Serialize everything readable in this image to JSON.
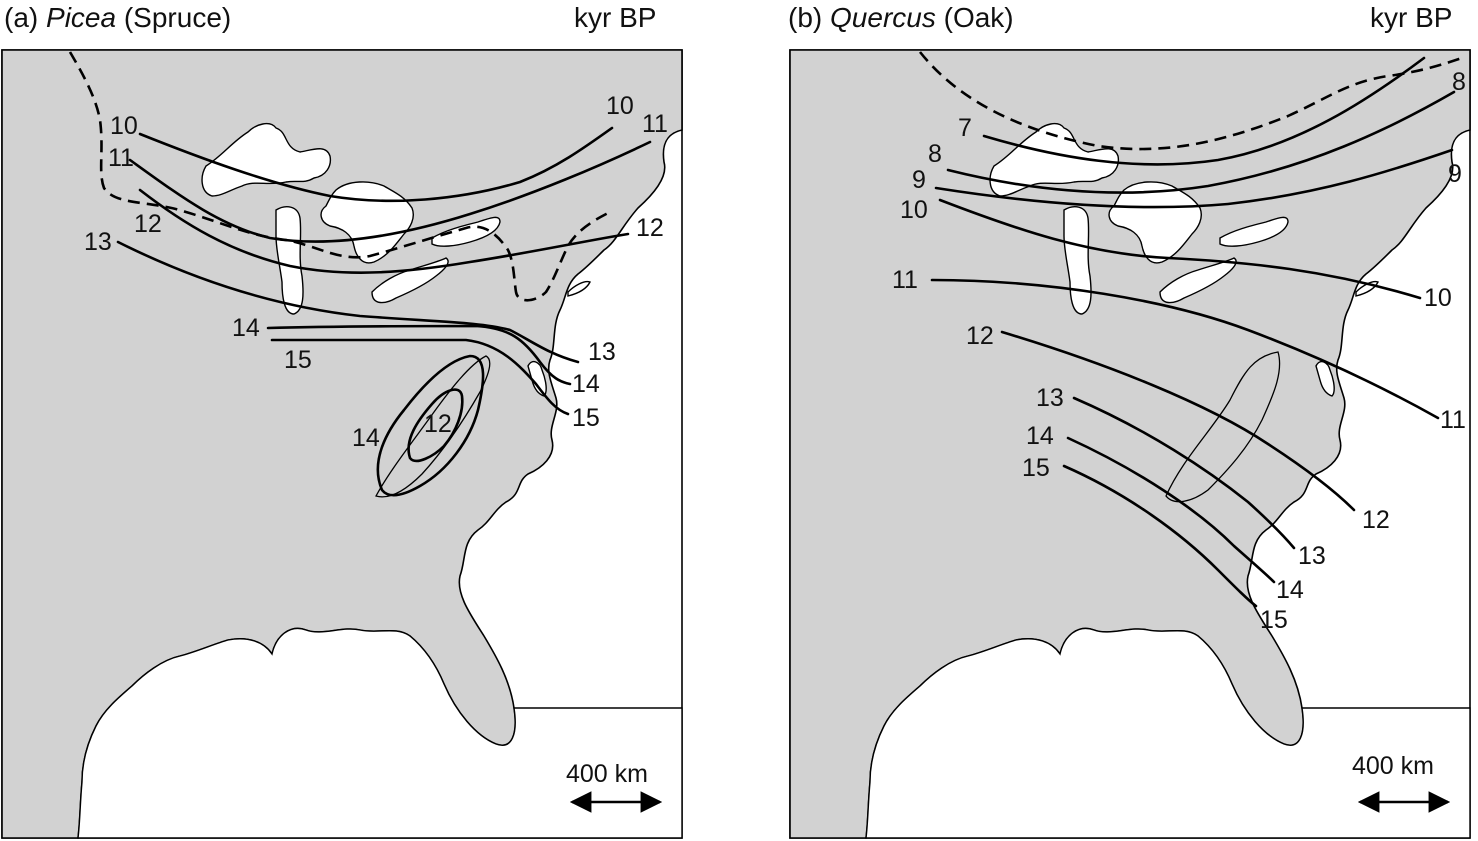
{
  "panels": [
    {
      "id": "a",
      "label_prefix": "(a)",
      "genus": "Picea",
      "common_name": "(Spruce)",
      "units": "kyr BP",
      "scale_bar": "400 km",
      "isochrone_labels": [
        "10",
        "10",
        "11",
        "11",
        "12",
        "12",
        "13",
        "13",
        "14",
        "14",
        "15",
        "15",
        "14",
        "12"
      ]
    },
    {
      "id": "b",
      "label_prefix": "(b)",
      "genus": "Quercus",
      "common_name": "(Oak)",
      "units": "kyr BP",
      "scale_bar": "400 km",
      "isochrone_labels": [
        "7",
        "8",
        "8",
        "9",
        "9",
        "10",
        "10",
        "11",
        "11",
        "12",
        "12",
        "13",
        "13",
        "14",
        "14",
        "15",
        "15"
      ]
    }
  ]
}
